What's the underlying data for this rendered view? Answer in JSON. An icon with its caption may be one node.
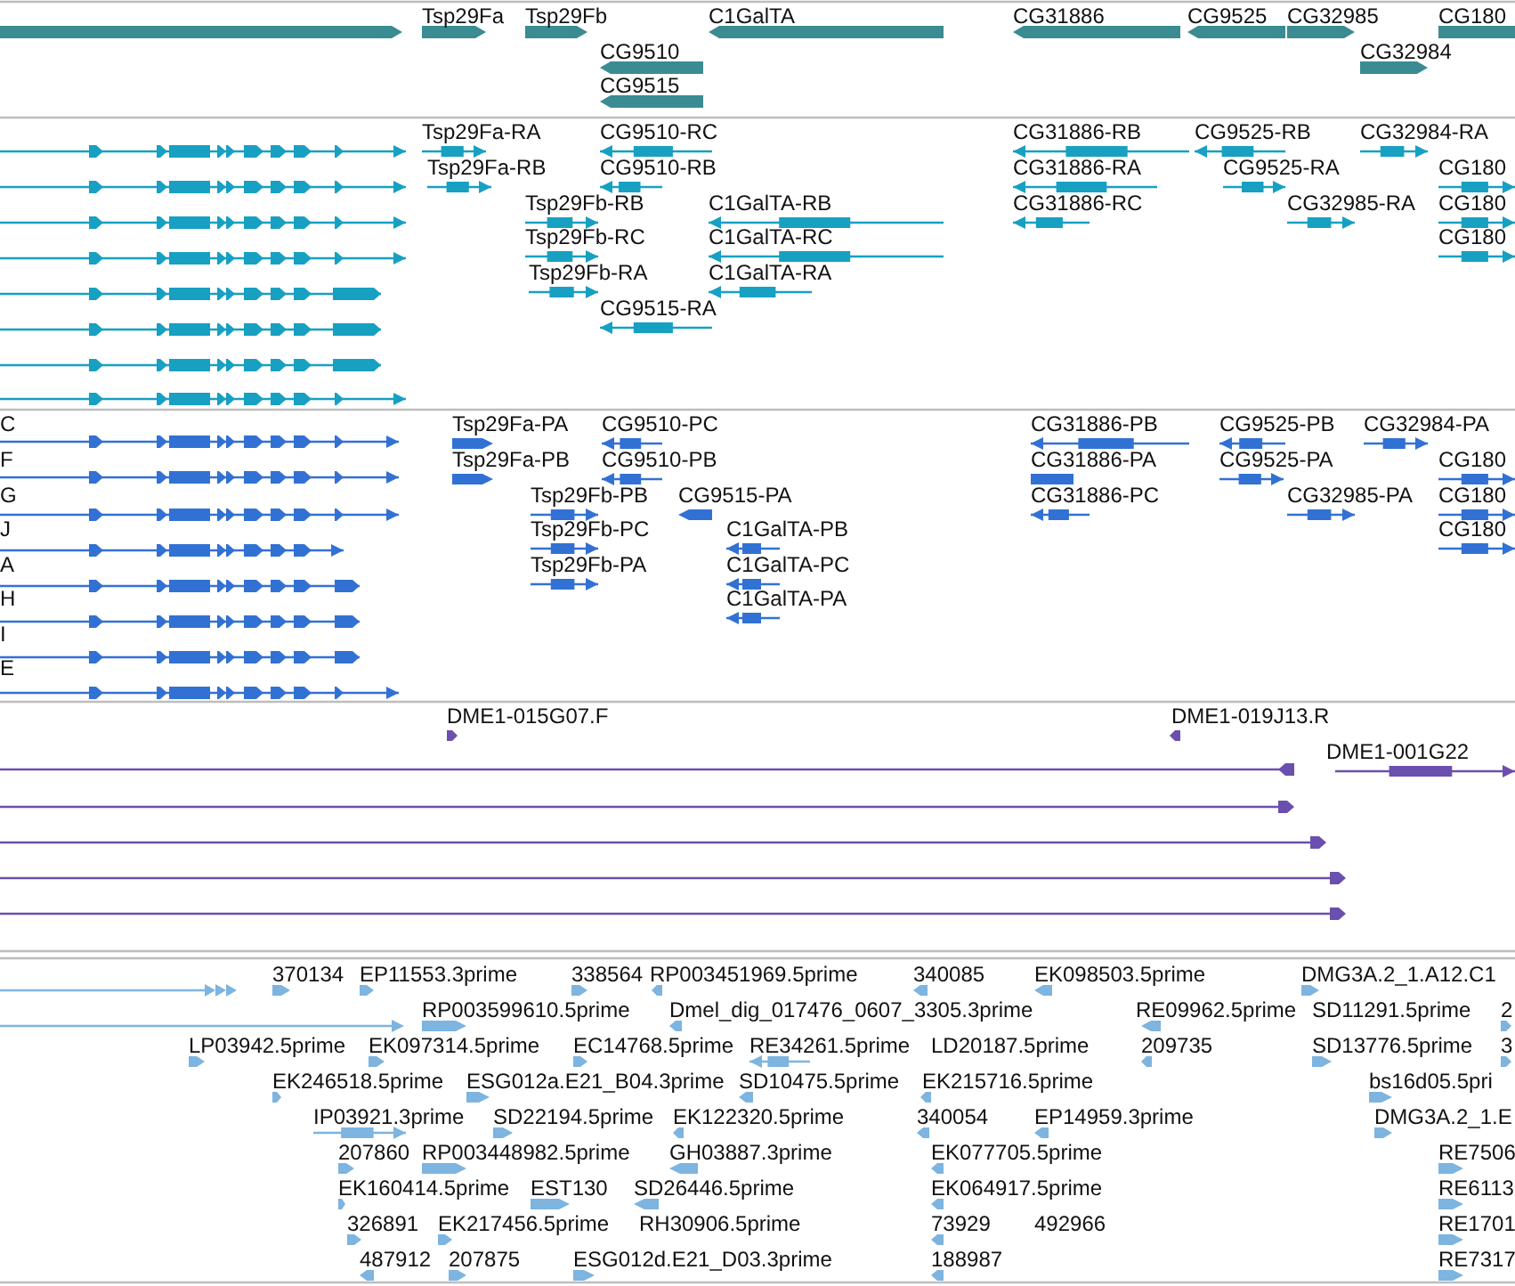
{
  "diagram": {
    "labels": [
      "Tsp29Fa",
      "Tsp29Fb",
      "C1GalTA",
      "CG31886",
      "CG9525",
      "CG32985",
      "CG180",
      "CG9510",
      "CG32984",
      "CG9515",
      "Tsp29Fa-RA",
      "CG9510-RC",
      "CG31886-RB",
      "CG9525-RB",
      "CG32984-RA",
      "Tsp29Fa-RB",
      "CG9510-RB",
      "CG31886-RA",
      "CG9525-RA",
      "CG180",
      "Tsp29Fb-RB",
      "C1GalTA-RB",
      "CG31886-RC",
      "CG32985-RA",
      "CG180",
      "Tsp29Fb-RC",
      "C1GalTA-RC",
      "CG180",
      "Tsp29Fb-RA",
      "C1GalTA-RA",
      "CG9515-RA",
      "C",
      "Tsp29Fa-PA",
      "CG9510-PC",
      "CG31886-PB",
      "CG9525-PB",
      "CG32984-PA",
      "F",
      "Tsp29Fa-PB",
      "CG9510-PB",
      "CG31886-PA",
      "CG9525-PA",
      "CG180",
      "G",
      "Tsp29Fb-PB",
      "CG9515-PA",
      "CG31886-PC",
      "CG32985-PA",
      "CG180",
      "J",
      "Tsp29Fb-PC",
      "C1GalTA-PB",
      "CG180",
      "A",
      "Tsp29Fb-PA",
      "C1GalTA-PC",
      "H",
      "C1GalTA-PA",
      "I",
      "E",
      "DME1-015G07.F",
      "DME1-019J13.R",
      "DME1-001G22",
      "370134",
      "EP11553.3prime",
      "338564",
      "RP003451969.5prime",
      "340085",
      "EK098503.5prime",
      "DMG3A.2_1.A12.C1",
      "RP003599610.5prime",
      "Dmel_dig_017476_0607_3305.3prime",
      "RE09962.5prime",
      "SD11291.5prime",
      "2",
      "LP03942.5prime",
      "EK097314.5prime",
      "EC14768.5prime",
      "RE34261.5prime",
      "LD20187.5prime",
      "209735",
      "SD13776.5prime",
      "3",
      "EK246518.5prime",
      "ESG012a.E21_B04.3prime",
      "SD10475.5prime",
      "EK215716.5prime",
      "bs16d05.5pri",
      "IP03921.3prime",
      "SD22194.5prime",
      "EK122320.5prime",
      "340054",
      "EP14959.3prime",
      "DMG3A.2_1.E",
      "207860",
      "RP003448982.5prime",
      "GH03887.3prime",
      "EK077705.5prime",
      "RE7506",
      "EK160414.5prime",
      "EST130",
      "SD26446.5prime",
      "EK064917.5prime",
      "RE6113",
      "326891",
      "EK217456.5prime",
      "RH30906.5prime",
      "73929",
      "492966",
      "RE1701",
      "487912",
      "207875",
      "ESG012d.E21_D03.3prime",
      "188987",
      "RE7317"
    ]
  }
}
